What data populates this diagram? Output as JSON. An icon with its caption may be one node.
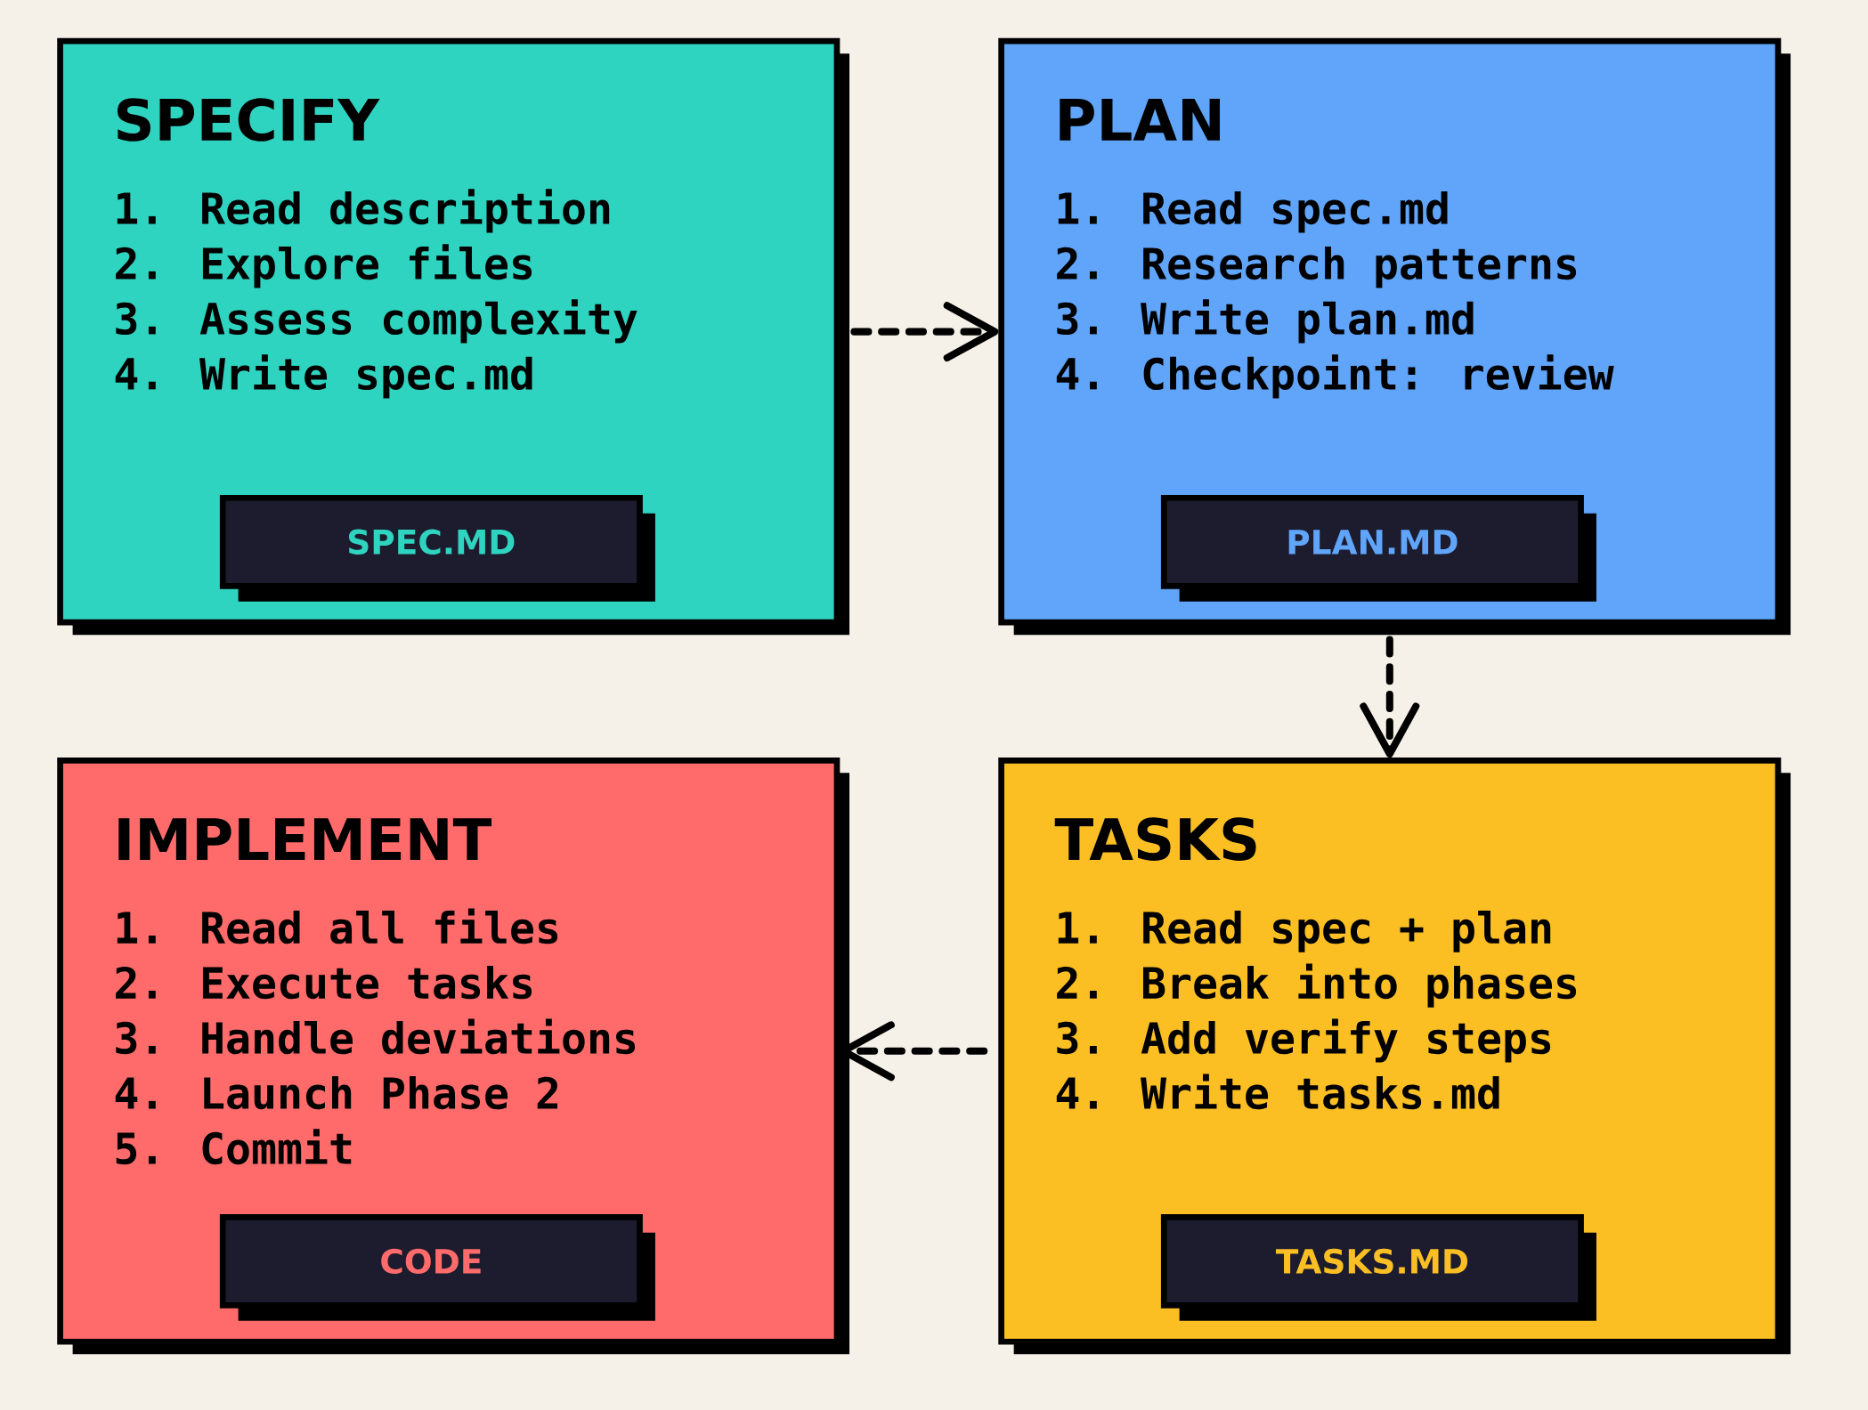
{
  "diagram": {
    "nodes": [
      {
        "text": [
          "SPECIFY",
          "1. Read description",
          "2. Explore files",
          "3. Assess complexity",
          "4. Write spec.md"
        ]
      },
      {
        "text": [
          "SPEC.MD"
        ],
        "in": 0
      },
      {
        "text": [
          "PLAN",
          "1. Read spec.md",
          "2. Research patterns",
          "3. Write plan.md",
          "4. Checkpoint: review"
        ]
      },
      {
        "text": [
          "PLAN.MD"
        ],
        "in": 2
      },
      {
        "text": [
          "IMPLEMENT",
          "1. Read all files",
          "2. Execute tasks",
          "3. Handle deviations",
          "4. Launch Phase 2",
          "5. Commit"
        ]
      },
      {
        "text": [
          "CODE"
        ],
        "in": 4
      },
      {
        "text": [
          "TASKS",
          "1. Read spec + plan",
          "2. Break into phases",
          "3. Add verify steps",
          "4. Write tasks.md"
        ]
      },
      {
        "text": [
          "TASKS.MD"
        ],
        "in": 6
      }
    ],
    "edges": [
      {
        "from": 0,
        "to": 2,
        "arrow": "to",
        "style": "dashed"
      },
      {
        "from": 2,
        "to": 6,
        "arrow": "to",
        "style": "dashed"
      },
      {
        "from": 6,
        "to": 4,
        "arrow": "to",
        "style": "dashed"
      }
    ]
  }
}
